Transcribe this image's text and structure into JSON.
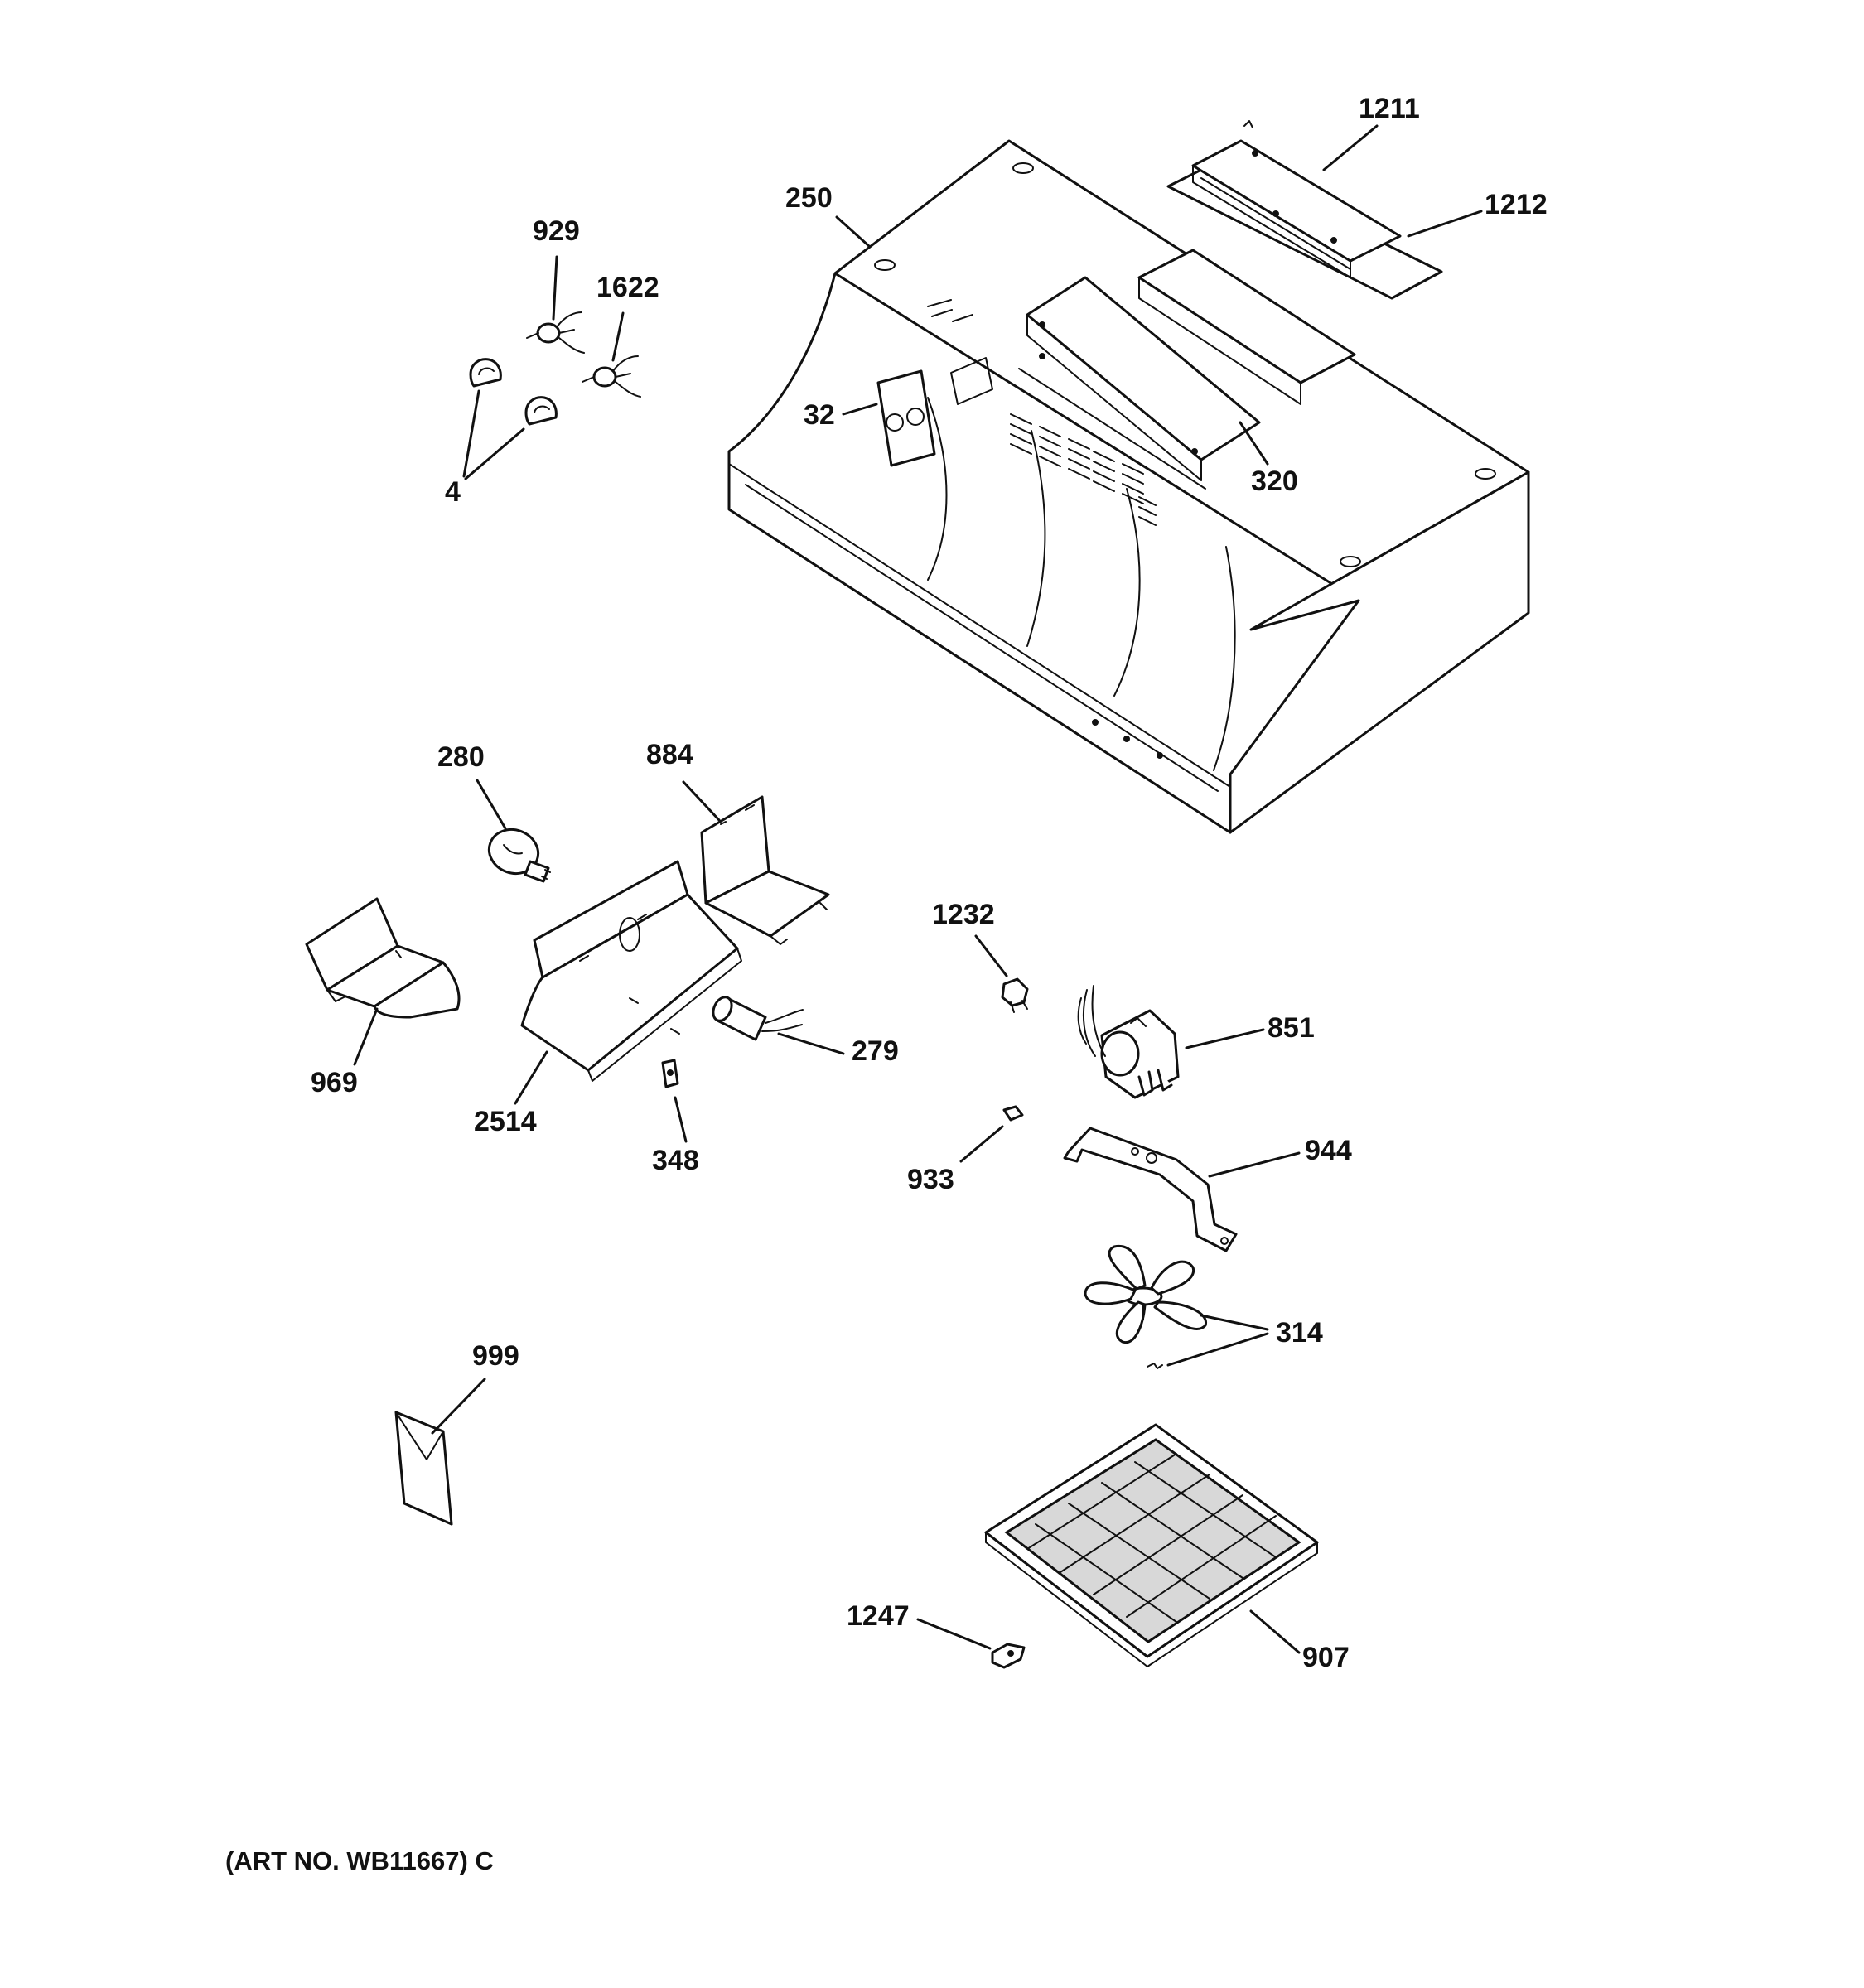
{
  "diagram": {
    "callouts": {
      "p1211": "1211",
      "p1212": "1212",
      "p250": "250",
      "p929": "929",
      "p1622": "1622",
      "p4": "4",
      "p32": "32",
      "p320": "320",
      "p280": "280",
      "p884": "884",
      "p1232": "1232",
      "p851": "851",
      "p279": "279",
      "p969": "969",
      "p2514": "2514",
      "p348": "348",
      "p933": "933",
      "p944": "944",
      "p314": "314",
      "p999": "999",
      "p1247": "1247",
      "p907": "907"
    },
    "caption": "(ART NO. WB11667) C"
  },
  "colors": {
    "line": "#111111",
    "background": "#ffffff",
    "filter_mesh": "#d8d8d8"
  }
}
